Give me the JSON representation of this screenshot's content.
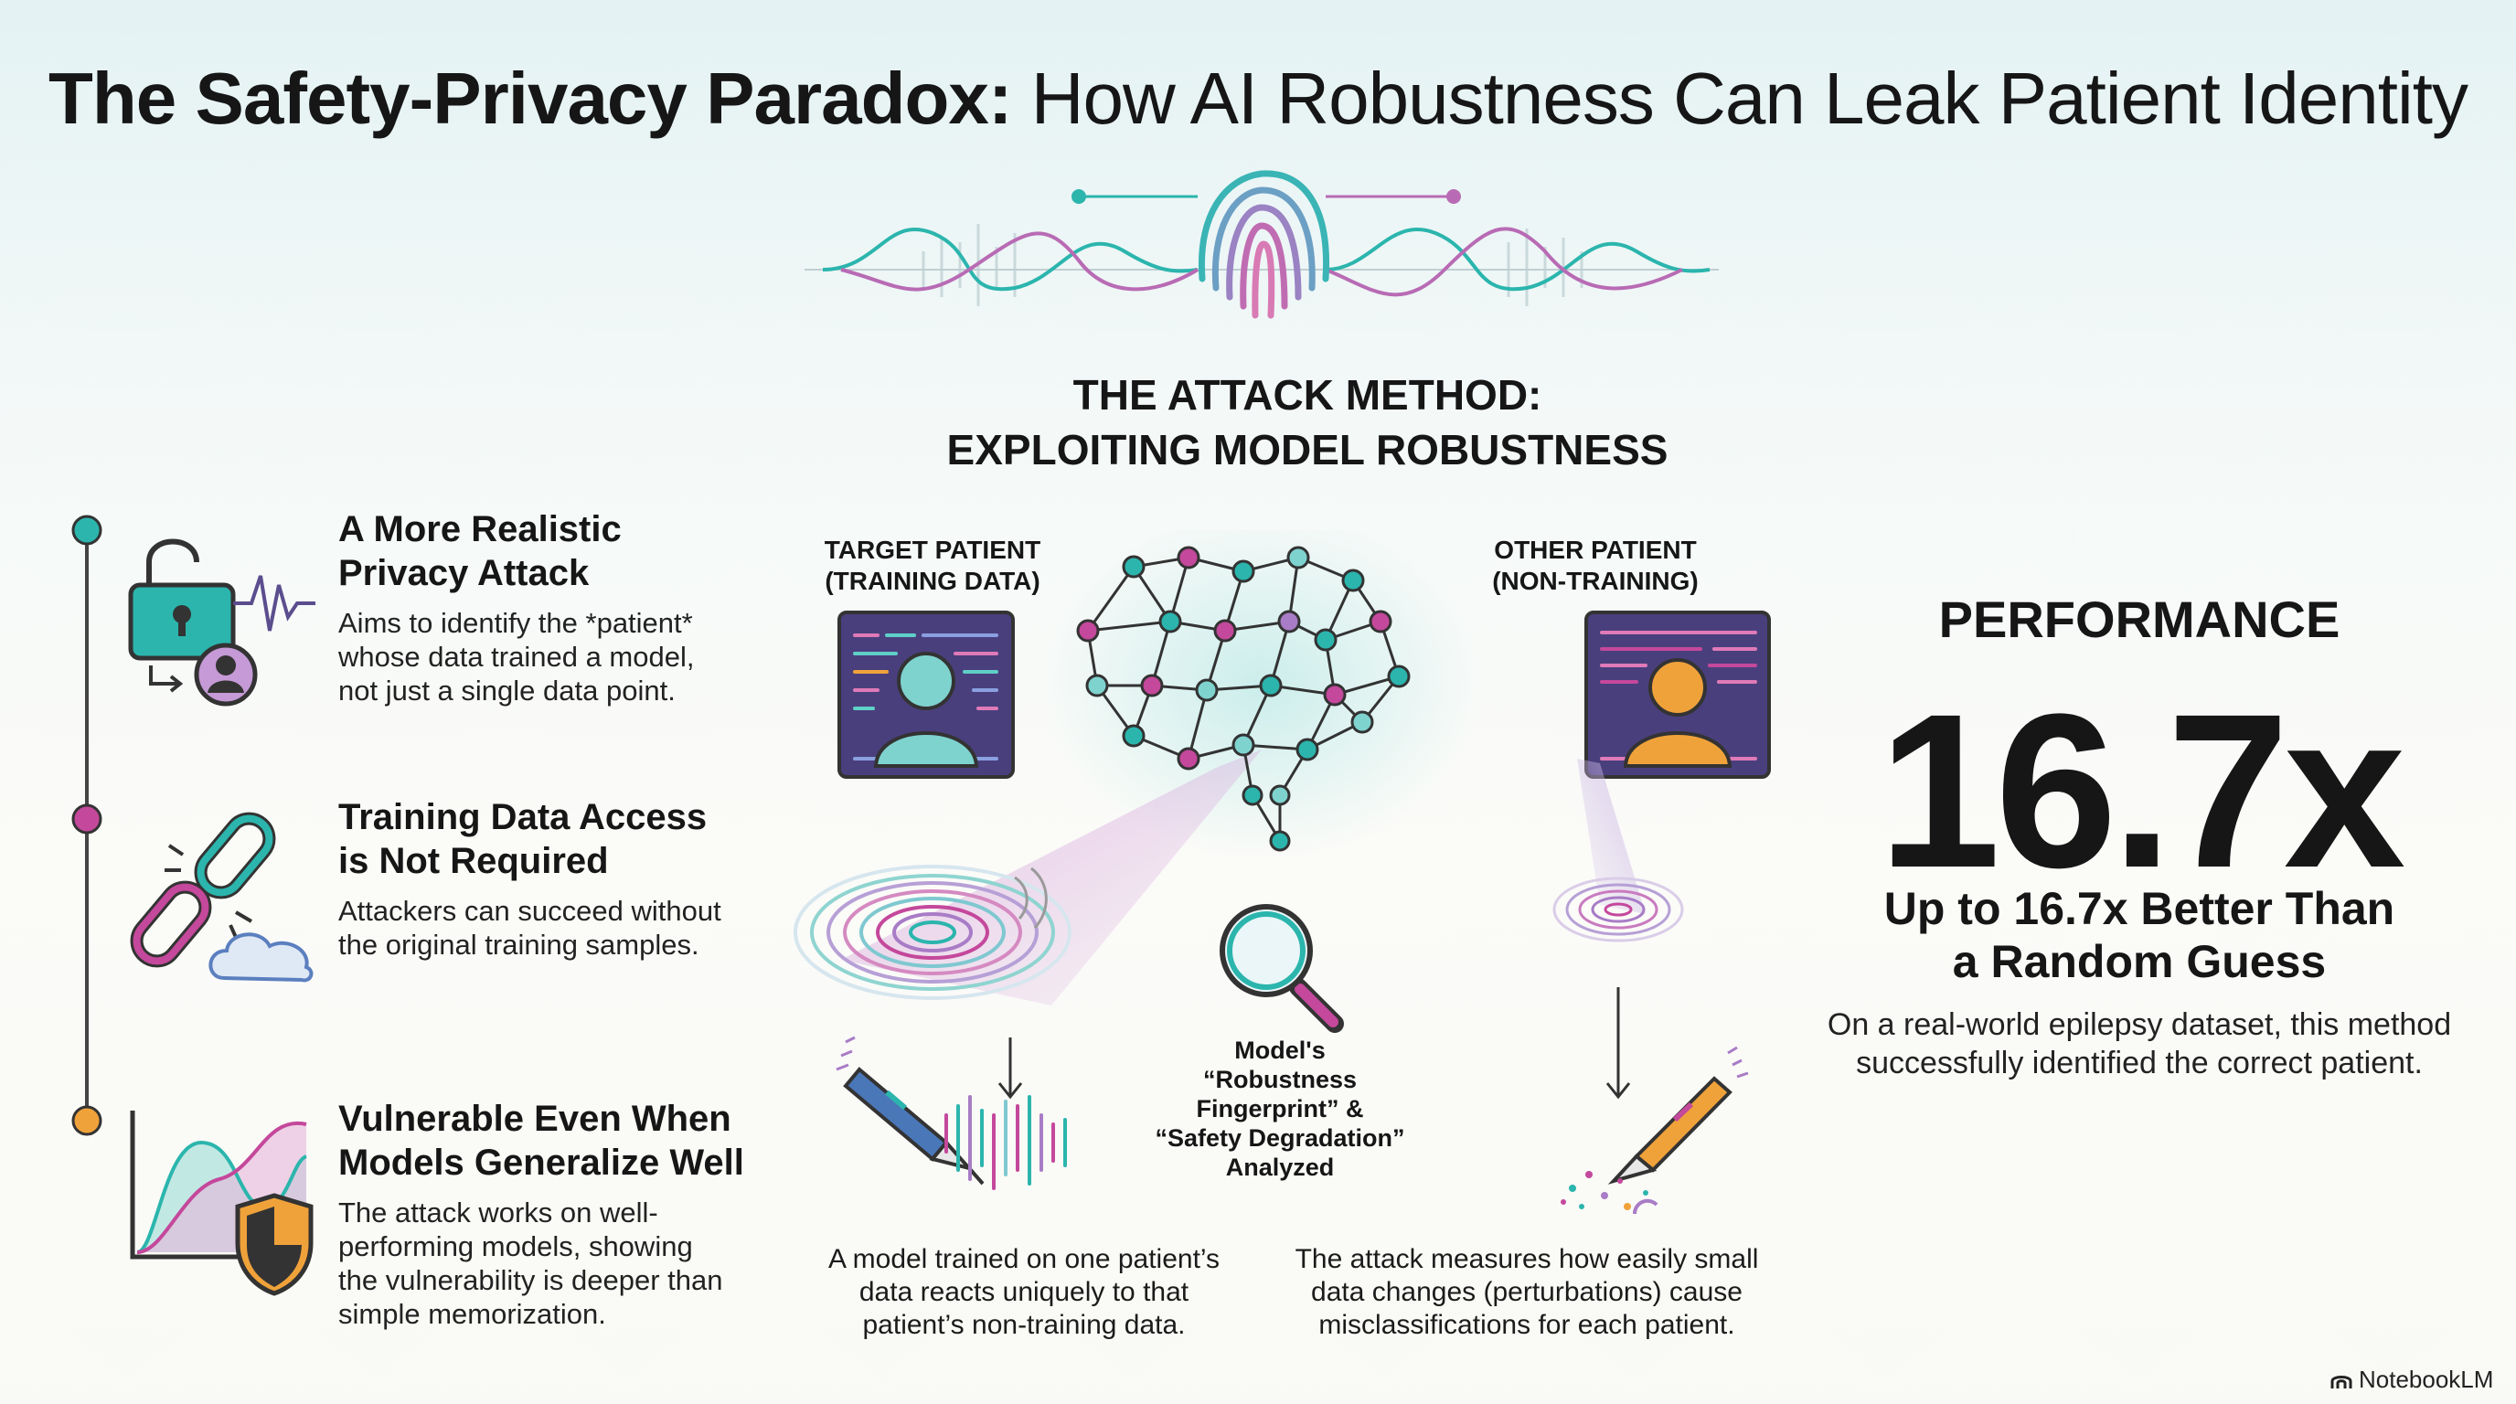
{
  "title": {
    "bold": "The Safety-Privacy Paradox:",
    "rest": "How AI Robustness Can Leak Patient Identity"
  },
  "attack_method": {
    "line1": "THE ATTACK METHOD:",
    "line2": "EXPLOITING MODEL ROBUSTNESS"
  },
  "features": [
    {
      "title_line1": "A More Realistic",
      "title_line2": "Privacy Attack",
      "body": [
        "Aims to identify the *patient*",
        "whose data trained a model,",
        "not just a single data point."
      ],
      "icon": "padlock-person-icon",
      "dot_color": "#2bb5ad"
    },
    {
      "title_line1": "Training Data Access",
      "title_line2": "is Not Required",
      "body": [
        "Attackers can succeed without",
        "the original training samples."
      ],
      "icon": "broken-chain-cloud-icon",
      "dot_color": "#c4489b"
    },
    {
      "title_line1": "Vulnerable Even When",
      "title_line2": "Models Generalize Well",
      "body": [
        "The attack works on well-",
        "performing models, showing",
        "the vulnerability is deeper than",
        "simple memorization."
      ],
      "icon": "chart-shield-icon",
      "dot_color": "#f0a23a"
    }
  ],
  "diagram": {
    "target_label": [
      "TARGET PATIENT",
      "(TRAINING DATA)"
    ],
    "other_label": [
      "OTHER PATIENT",
      "(NON-TRAINING)"
    ],
    "fingerprint_label": [
      "Model's",
      "“Robustness",
      "Fingerprint” &",
      "“Safety Degradation”",
      "Analyzed"
    ],
    "caption_left": [
      "A model trained on one patient’s",
      "data reacts uniquely to that",
      "patient’s non-training data."
    ],
    "caption_right": [
      "The attack measures how easily small",
      "data changes (perturbations) cause",
      "misclassifications for each patient."
    ]
  },
  "performance": {
    "heading": "PERFORMANCE",
    "value": "16.7x",
    "subtitle": [
      "Up to 16.7x Better Than",
      "a Random Guess"
    ],
    "body": [
      "On a real-world epilepsy dataset, this method",
      "successfully identified the correct patient."
    ]
  },
  "brand": "NotebookLM",
  "colors": {
    "teal": "#2bb5ad",
    "magenta": "#c4489b",
    "orange": "#f0a23a",
    "purple": "#4a3f7d",
    "dark": "#161616"
  }
}
